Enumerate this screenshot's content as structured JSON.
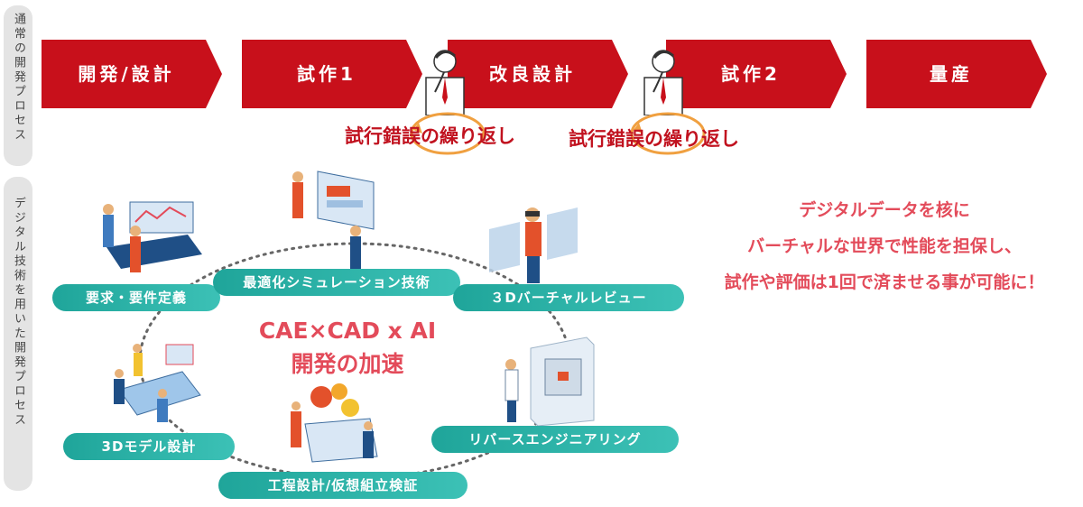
{
  "side_labels": {
    "normal": "通常の開発プロセス",
    "digital": "デジタル技術を用いた開発プロセス"
  },
  "process_steps": [
    {
      "label": "開発/設計"
    },
    {
      "label": "試作1"
    },
    {
      "label": "改良設計"
    },
    {
      "label": "試作2"
    },
    {
      "label": "量産"
    }
  ],
  "trial_error": [
    "試行錯誤の繰り返し",
    "試行錯誤の繰り返し"
  ],
  "cycle_items": [
    "要求・要件定義",
    "最適化シミュレーション技術",
    "３Dバーチャルレビュー",
    "3Dモデル設計",
    "工程設計/仮想組立検証",
    "リバースエンジニアリング"
  ],
  "center": {
    "line1": "CAE×CAD x AI",
    "line2": "開発の加速"
  },
  "message": [
    "デジタルデータを核に",
    "バーチャルな世界で性能を担保し、",
    "試作や評価は1回で済ませる事が可能に！"
  ],
  "colors": {
    "arrow": "#c8101b",
    "pill": "#2ab3a8",
    "accent": "#e34b5a",
    "loop": "#f0a040"
  },
  "icons": [
    "thinking-man-icon",
    "loop-arrow-icon"
  ]
}
